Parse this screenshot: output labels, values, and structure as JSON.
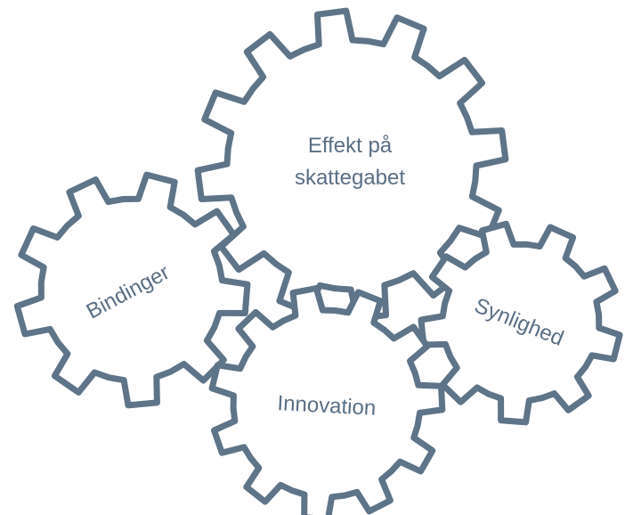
{
  "colors": {
    "gear_stroke": "#5e7488",
    "gear_fill": "#ffffff",
    "label_text": "#5a6f84",
    "background": "#ffffff"
  },
  "gears": [
    {
      "id": "effekt",
      "teeth": 12,
      "label_lines": [
        "Effekt på",
        "skattegabet"
      ]
    },
    {
      "id": "bindinger",
      "teeth": 9,
      "label_lines": [
        "Bindinger"
      ]
    },
    {
      "id": "innovation",
      "teeth": 11,
      "label_lines": [
        "Innovation"
      ]
    },
    {
      "id": "synlighed",
      "teeth": 9,
      "label_lines": [
        "Synlighed"
      ]
    }
  ]
}
